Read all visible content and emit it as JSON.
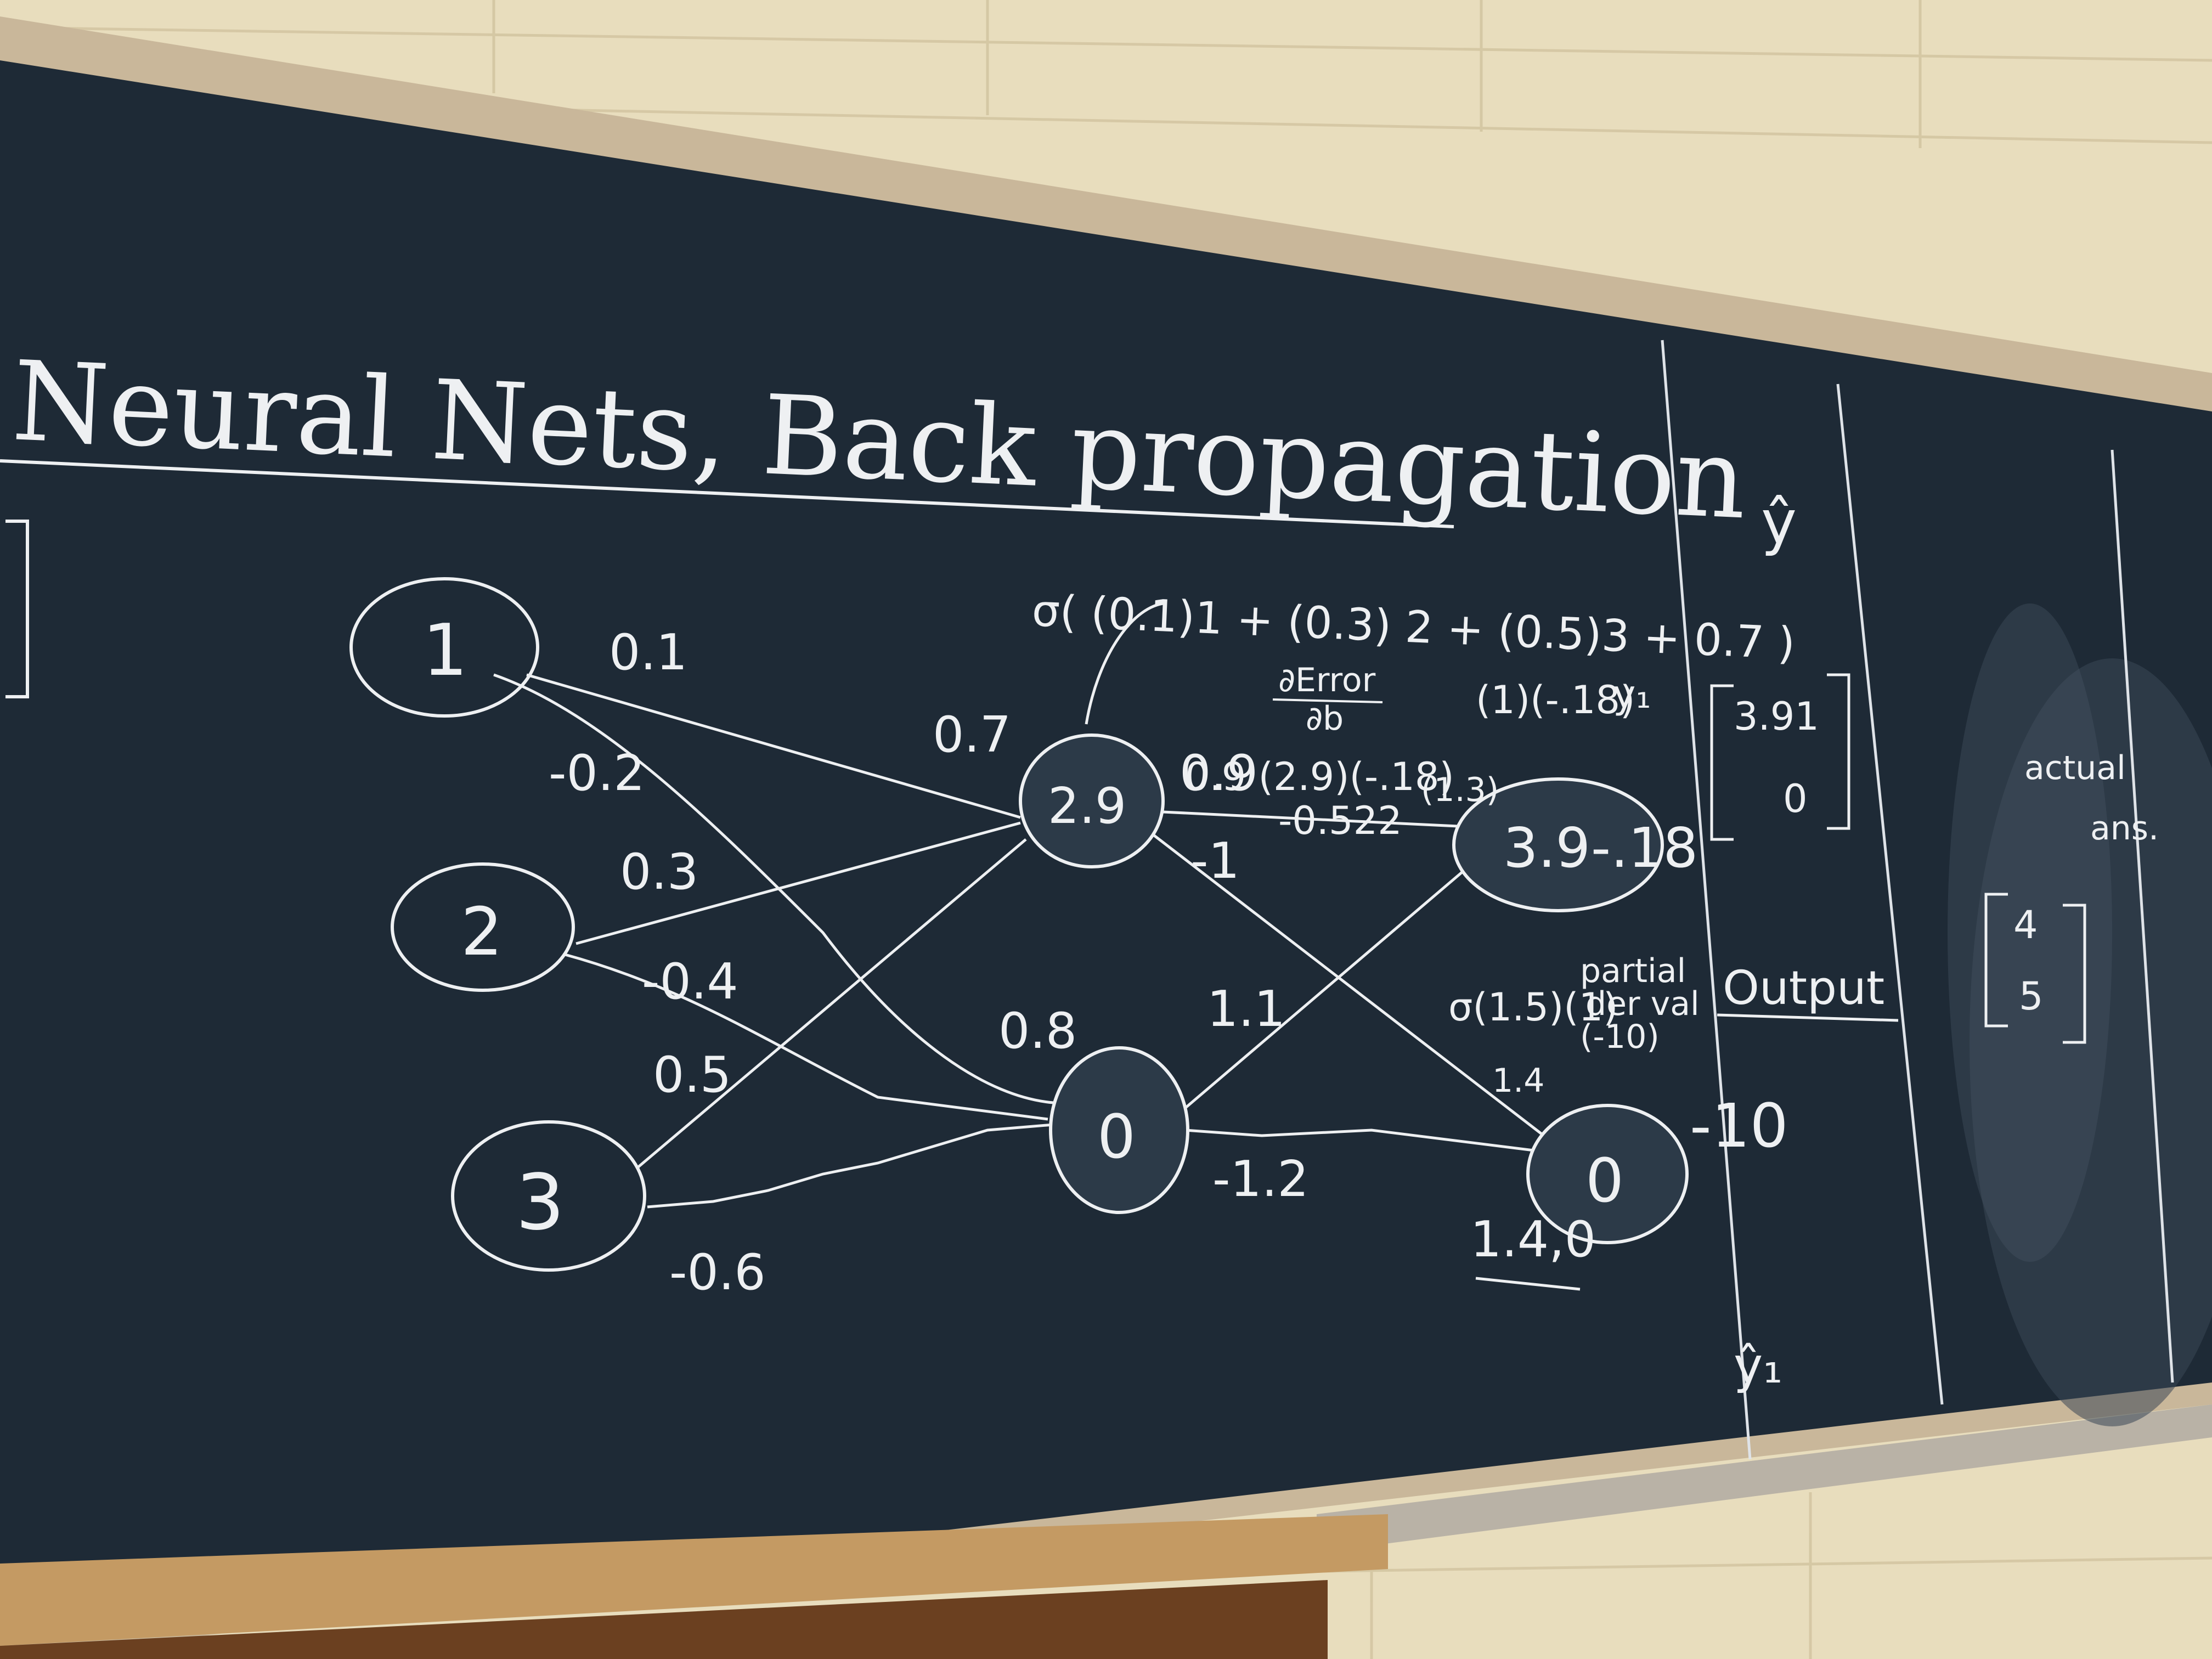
{
  "title": "Neural Nets, Back propagation",
  "colors": {
    "board": "#1e2a36",
    "chalk": "#eef0f2",
    "frame": "#c9b79a",
    "wall": "#e9dfc0",
    "lectern": "#c49a63"
  },
  "input_nodes": [
    {
      "label": "1"
    },
    {
      "label": "2"
    },
    {
      "label": "3"
    }
  ],
  "hidden_nodes": [
    {
      "value": "2.9"
    },
    {
      "value": "0"
    }
  ],
  "output_nodes": [
    {
      "value": "3.9",
      "extra": "-.18"
    },
    {
      "value": "0"
    }
  ],
  "weights": {
    "w1": "0.1",
    "w2": "-0.2",
    "w3": "0.3",
    "w4": "-0.4",
    "w5": "0.5",
    "w6": "-0.6",
    "b_h1": "0.7",
    "b_h2": "0.8",
    "w_h1_o1": "0.9",
    "w_h2_o1": "1.1",
    "w_h1_o2": "-1",
    "w_h2_o2": "-1.2",
    "o2_bias_hint": "1.4"
  },
  "equation": "σ( (0.1)1 + (0.3) 2 + (0.5)3 + 0.7 )",
  "partial": {
    "numerator": "∂Error",
    "denominator": "∂b",
    "term1": "(1)(-.18)",
    "term2": "0.9 (2.9)(-.18)",
    "result": "-0.522",
    "term3": "(1.3)",
    "label1": "partial",
    "label2": "der val",
    "sigma_term": "σ(1.5)(1)",
    "neg10": "(-10)",
    "small14": "1.4",
    "big140": "1.4,0"
  },
  "output_label": "Output",
  "yhat": "ŷ",
  "y1": "y₁",
  "yhat1": "ŷ₁",
  "vector_pred": [
    "3.91",
    "0"
  ],
  "neg10_label": "-10",
  "actual": {
    "label1": "actual",
    "label2": "ans.",
    "values": [
      "4",
      "5"
    ]
  }
}
